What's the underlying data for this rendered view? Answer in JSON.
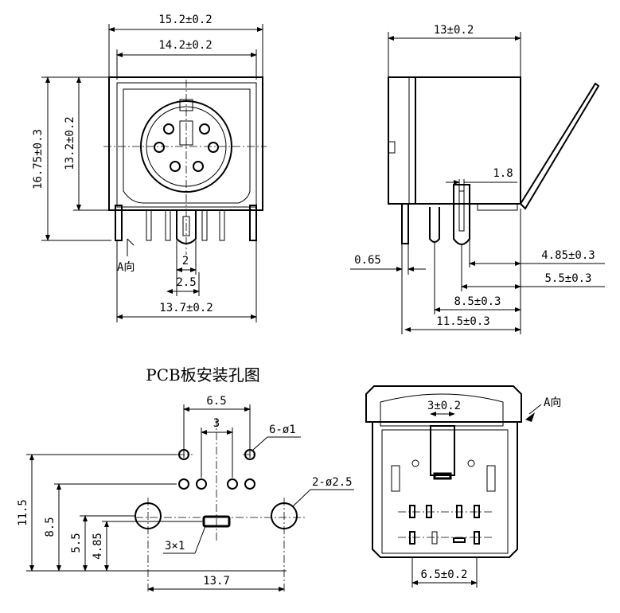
{
  "front_view": {
    "dim_width_outer": "15.2±0.2",
    "dim_width_inner": "14.2±0.2",
    "dim_height_total": "16.75±0.3",
    "dim_height_body": "13.2±0.2",
    "dim_tab": "2",
    "dim_tab_offset": "2.5",
    "dim_pin_span": "13.7±0.2",
    "direction_label": "A向"
  },
  "side_view": {
    "dim_depth": "13±0.2",
    "dim_slot": "1.8",
    "dim_pin_thick": "0.65",
    "dim_4_85": "4.85±0.3",
    "dim_5_5": "5.5±0.3",
    "dim_8_5": "8.5±0.3",
    "dim_11_5": "11.5±0.3"
  },
  "pcb_layout": {
    "title": "PCB板安装孔图",
    "dim_6_5": "6.5",
    "dim_3": "3",
    "hole_spec_small": "6-ø1",
    "hole_spec_large": "2-ø2.5",
    "dim_11_5": "11.5",
    "dim_8_5": "8.5",
    "dim_5_5": "5.5",
    "dim_4_85": "4.85",
    "slot_spec": "3×1",
    "dim_13_7": "13.7"
  },
  "bottom_view": {
    "dim_3": "3±0.2",
    "dim_6_5": "6.5±0.2",
    "direction_label": "A向"
  }
}
